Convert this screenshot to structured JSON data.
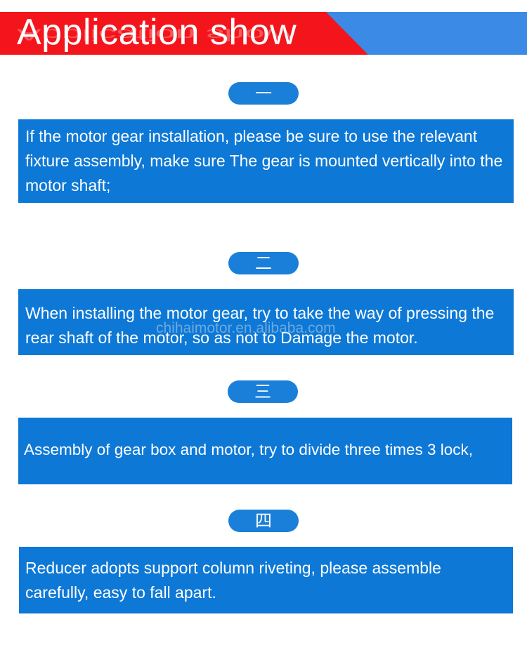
{
  "header": {
    "title": "Application show"
  },
  "sections": [
    {
      "number": "一",
      "text": "If the motor gear installation, please be sure to use the relevant fixture assembly, make sure The gear is mounted vertically into the motor shaft;"
    },
    {
      "number": "二",
      "text": "When installing the motor gear, try to take the way of pressing the rear shaft of the motor, so as not to Damage the motor."
    },
    {
      "number": "三",
      "text": "Assembly of gear box and motor, try to divide three times 3 lock,"
    },
    {
      "number": "四",
      "text": "Reducer adopts support column riveting, please assemble carefully, easy to fall apart."
    }
  ],
  "watermark": "chihaimotor.en.alibaba.com",
  "colors": {
    "header_red": "#f4151c",
    "header_blue": "#3a8ae6",
    "box_blue": "#0d78d6",
    "pill_blue": "#1a7fd9"
  }
}
